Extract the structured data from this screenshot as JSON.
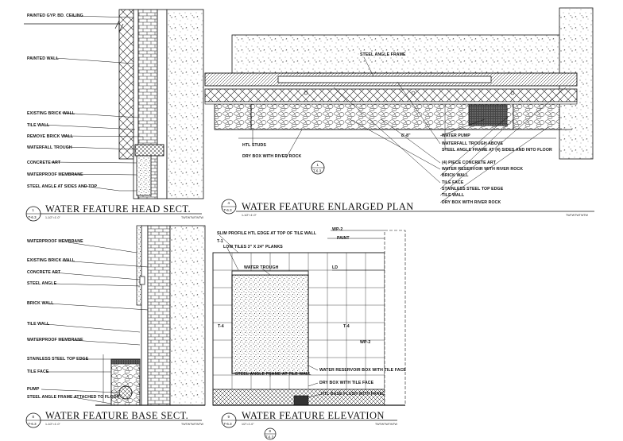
{
  "details": {
    "head_section": {
      "title": "WATER FEATURE HEAD SECT.",
      "number": "1",
      "sheet": "T-6.3",
      "scale": "1-1/2\"=1'-0\"",
      "labels": [
        "PAINTED GYP. BD. CEILING",
        "PAINTED WALL",
        "EXISTING BRICK WALL",
        "TILE WALL",
        "REMOVE BRICK WALL",
        "WATERFALL TROUGH",
        "CONCRETE ART",
        "WATERPROOF MEMBRANE",
        "STEEL ANGLE AT SIDES AND TOP"
      ]
    },
    "enlarged_plan": {
      "title": "WATER FEATURE ENLARGED PLAN",
      "number": "4",
      "sheet": "T-6.3",
      "scale": "1-1/2\"=1'-0\"",
      "labels": {
        "steel_angle_frame": "STEEL ANGLE FRAME",
        "htl_studs": "HTL STUDS",
        "dry_box": "DRY BOX WITH RIVER ROCK",
        "dimension": "8'-8\"",
        "callout_number": "1",
        "callout_sheet": "T-6.3",
        "right": [
          "WATER PUMP",
          "WATERFALL TROUGH ABOVE",
          "STEEL ANGLE FRAME AT (4) SIDES AND INTO FLOOR",
          "(4) PIECE CONCRETE ART",
          "WATER RESERVOIR WITH RIVER ROCK",
          "BRICK WALL",
          "TILE FACE",
          "STAINLESS STEEL TOP EDGE",
          "TILE WALL",
          "DRY BOX WITH RIVER ROCK"
        ]
      }
    },
    "base_section": {
      "title": "WATER FEATURE BASE SECT.",
      "number": "8",
      "sheet": "T-6.3",
      "scale": "1-1/2\"=1'-0\"",
      "labels": [
        "WATERPROOF MEMBRANE",
        "EXISTING BRICK WALL",
        "CONCRETE ART",
        "STEEL ANGLE",
        "BRICK WALL",
        "TILE WALL",
        "WATERPROOF MEMBRANE",
        "STAINLESS STEEL TOP EDGE",
        "TILE FACE",
        "PUMP",
        "STEEL ANGLE FRAME ATTACHED TO FLOOR"
      ]
    },
    "elevation": {
      "title": "WATER FEATURE ELEVATION",
      "number": "9",
      "sheet": "T-6.3",
      "scale": "1/2\"=1'-0\"",
      "labels": {
        "slim_profile": "SLIM PROFILE HTL EDGE AT TOP OF TILE WALL",
        "tag_t1": "T-1",
        "low_tiles": "LOW TILES 3\" X 24\" PLANKS",
        "water_trough": "WATER TROUGH",
        "ld": "LD",
        "tag_t4_left": "T-4",
        "tag_t4_right": "T-4",
        "wp2_top": "WP-2",
        "paint": "PAINT",
        "wp2_mid": "WP-2",
        "steel_angle": "STEEL ANGLE FRAME AT TILE WALL",
        "water_reservoir": "WATER RESERVOIR BOX WITH TILE FACE",
        "dry_box": "DRY BOX WITH TILE FACE",
        "base_flush": "HTL BASE FLUSH WITH PANEL",
        "callout_number": "8",
        "callout_sheet": "T-6.3"
      }
    }
  },
  "stamp": "TWTWTWTWTW"
}
